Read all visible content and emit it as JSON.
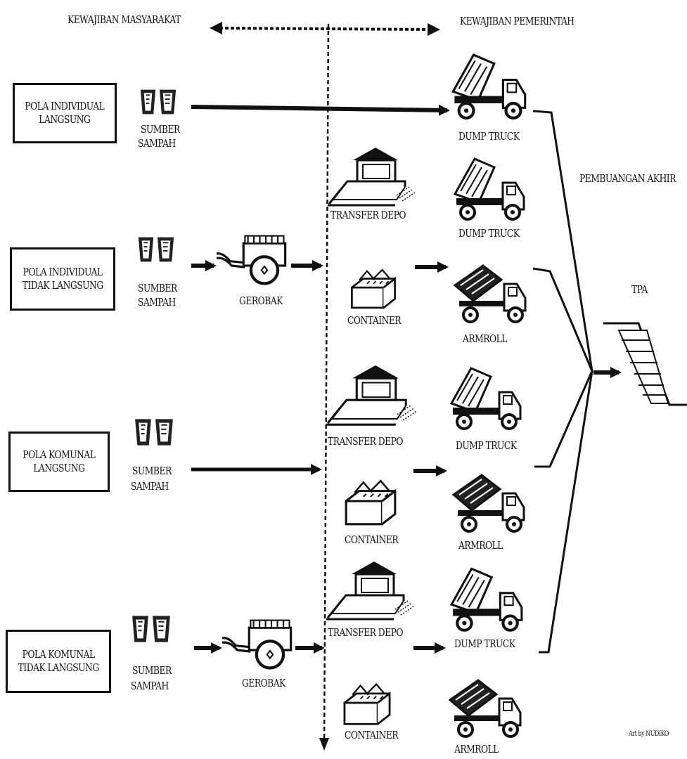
{
  "header": {
    "left": "KEWAJIBAN MASYARAKAT",
    "right": "KEWAJIBAN PEMERINTAH"
  },
  "patterns": [
    "POLA INDIVIDUAL\nLANGSUNG",
    "POLA INDIVIDUAL\nTIDAK LANGSUNG",
    "POLA KOMUNAL\nLANGSUNG",
    "POLA KOMUNAL\nTIDAK LANGSUNG"
  ],
  "labels": {
    "sumber_1": "SUMBER",
    "sumber_2": "SAMPAH",
    "gerobak": "GEROBAK",
    "transfer_depo": "TRANSFER DEPO",
    "container": "CONTAINER",
    "dump_truck": "DUMP TRUCK",
    "armroll": "ARMROLL",
    "final": "PEMBUANGAN AKHIR",
    "tpa": "TPA"
  },
  "credit": "Art by NUDIKO",
  "icons": [
    "trash-bins-icon",
    "cart-icon",
    "transfer-depot-icon",
    "container-icon",
    "dump-truck-icon",
    "armroll-truck-icon",
    "landfill-icon"
  ]
}
